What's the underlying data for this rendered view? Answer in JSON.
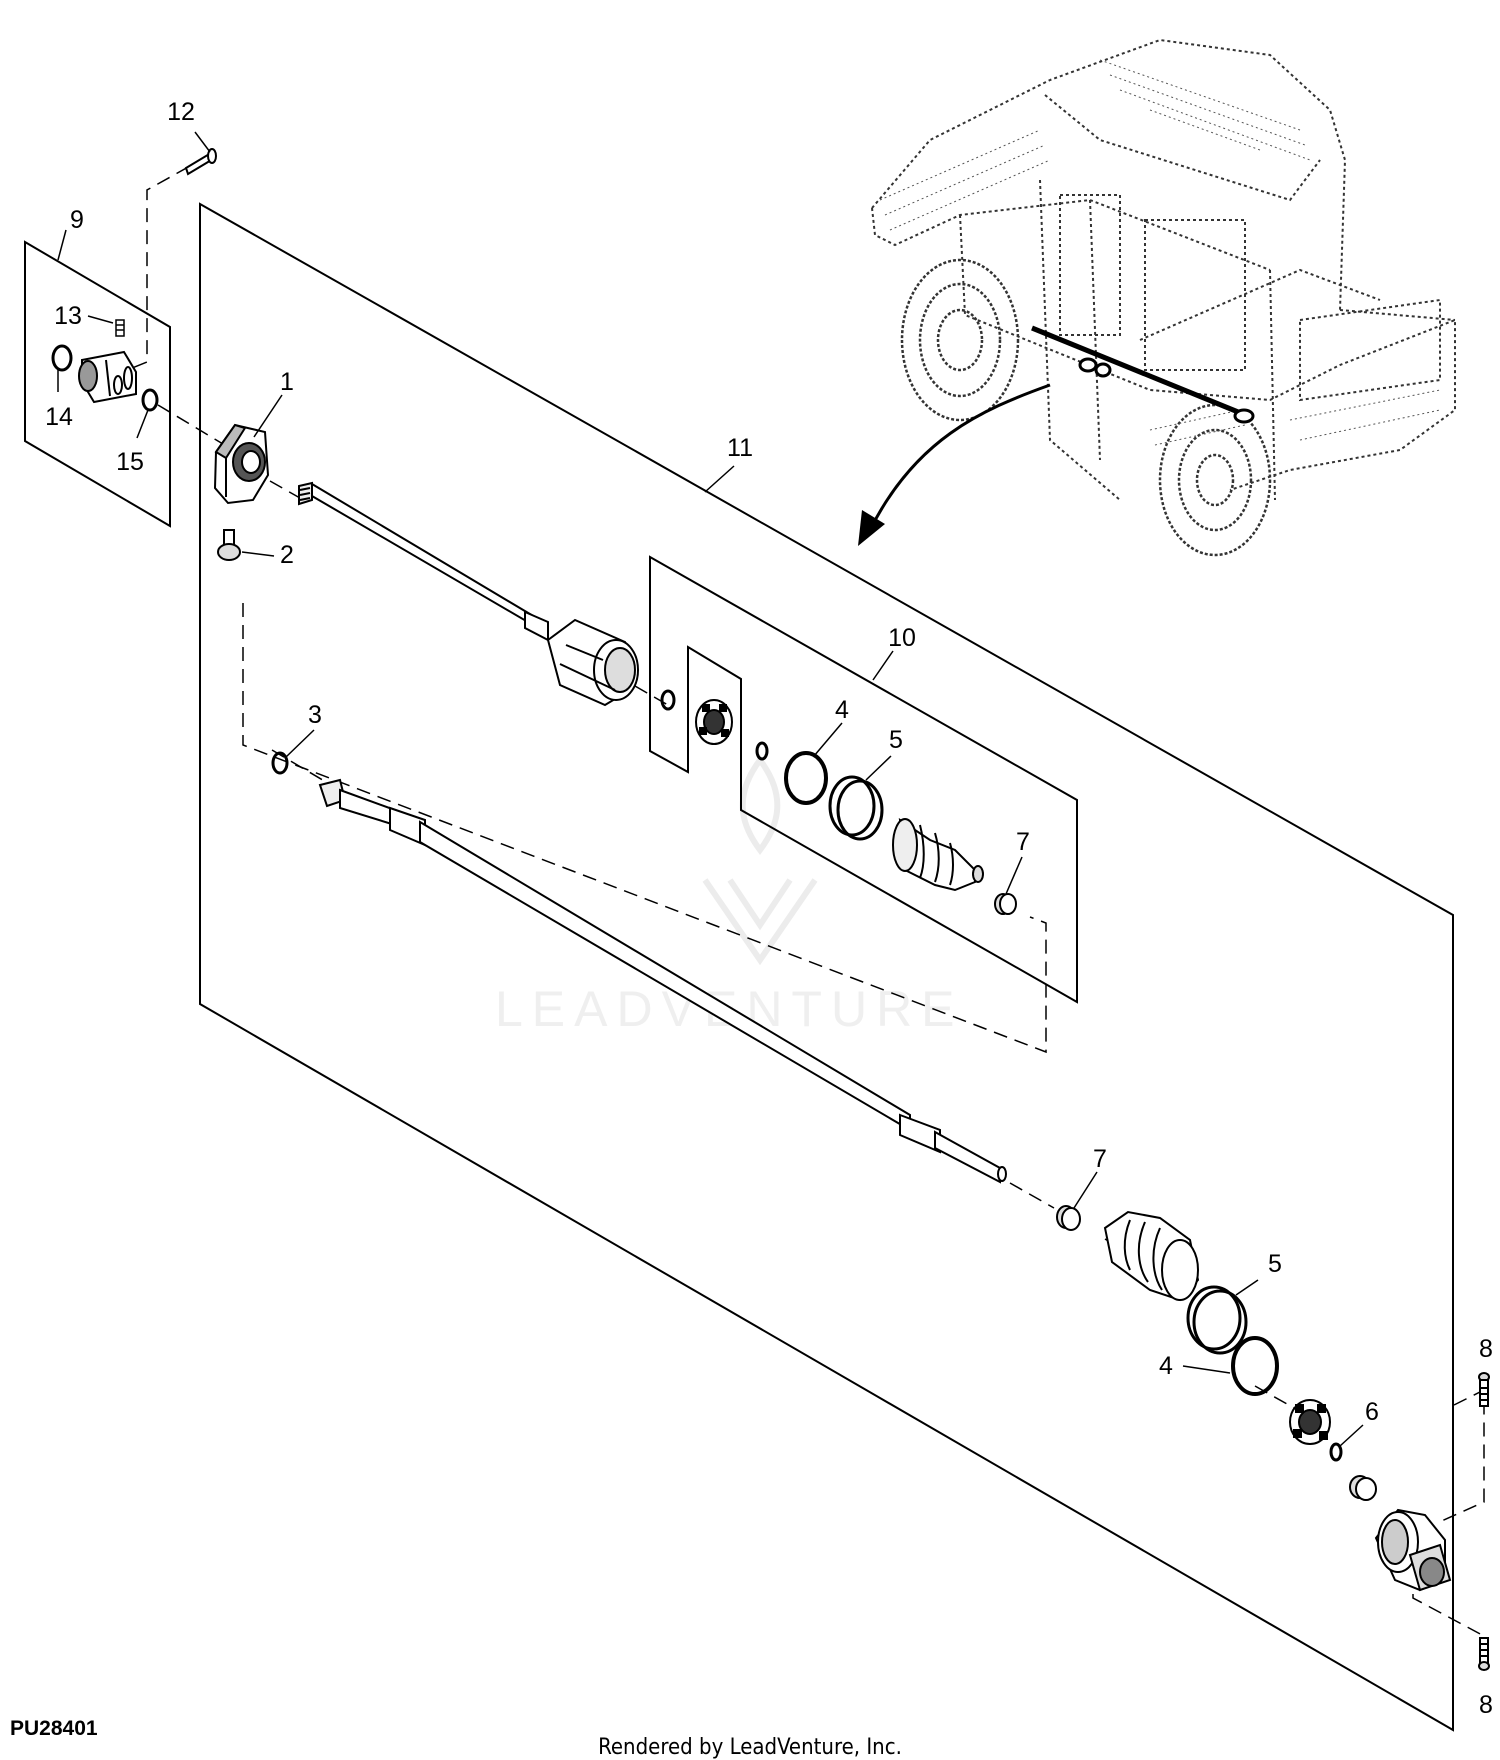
{
  "diagram": {
    "figure_id": "PU28401",
    "footer": "Rendered by LeadVenture, Inc.",
    "watermark": "LEADVENTURE",
    "callouts": {
      "c1": "1",
      "c2": "2",
      "c3": "3",
      "c4a": "4",
      "c4b": "4",
      "c5a": "5",
      "c5b": "5",
      "c6": "6",
      "c7a": "7",
      "c7b": "7",
      "c8a": "8",
      "c8b": "8",
      "c9": "9",
      "c10": "10",
      "c11": "11",
      "c12": "12",
      "c13": "13",
      "c14": "14",
      "c15": "15"
    }
  }
}
